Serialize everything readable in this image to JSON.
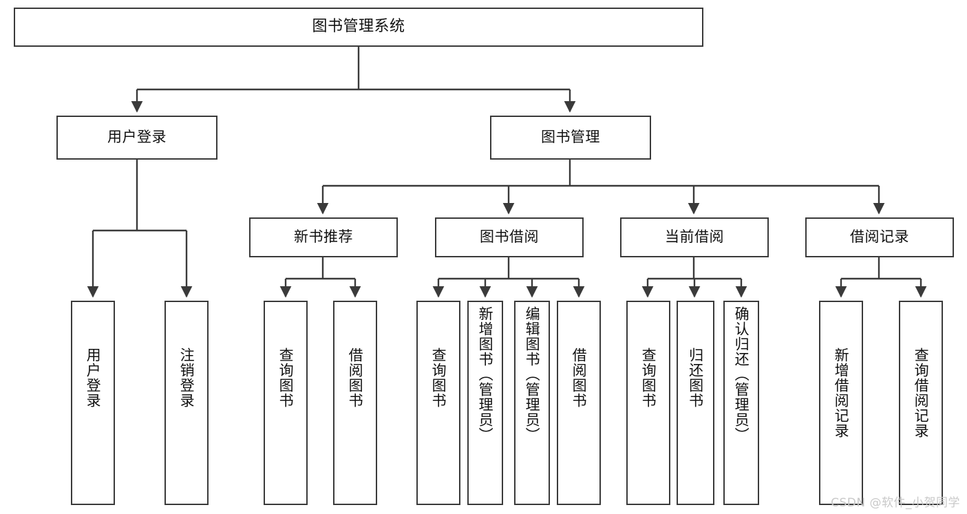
{
  "diagram": {
    "title": "图书管理系统",
    "type": "hierarchy-tree",
    "watermark": "CSDN @软件_小贺同学",
    "colors": {
      "stroke": "#3a3a3a",
      "fill": "#ffffff",
      "text": "#111111",
      "watermark": "#c9c9c9"
    },
    "levels": {
      "root": {
        "label": "图书管理系统"
      },
      "level2": [
        {
          "label": "用户登录"
        },
        {
          "label": "图书管理"
        }
      ],
      "level3": [
        {
          "label": "新书推荐"
        },
        {
          "label": "图书借阅"
        },
        {
          "label": "当前借阅"
        },
        {
          "label": "借阅记录"
        }
      ],
      "leaves": {
        "user_login": [
          {
            "label": "用户登录"
          },
          {
            "label": "注销登录"
          }
        ],
        "new_book_recommend": [
          {
            "label": "查询图书"
          },
          {
            "label": "借阅图书"
          }
        ],
        "book_borrow": [
          {
            "label": "查询图书"
          },
          {
            "label": "新增图书（管理员）"
          },
          {
            "label": "编辑图书（管理员）"
          },
          {
            "label": "借阅图书"
          }
        ],
        "current_borrow": [
          {
            "label": "查询图书"
          },
          {
            "label": "归还图书"
          },
          {
            "label": "确认归还（管理员）"
          }
        ],
        "borrow_record": [
          {
            "label": "新增借阅记录"
          },
          {
            "label": "查询借阅记录"
          }
        ]
      }
    }
  }
}
